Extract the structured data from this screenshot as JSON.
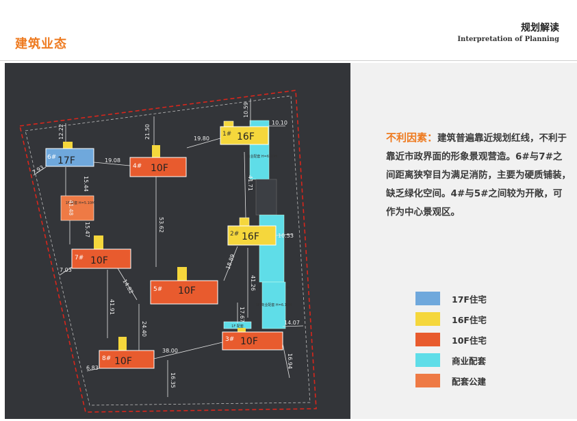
{
  "header": {
    "section_title": "建筑业态",
    "title_cn": "规划解读",
    "title_en": "Interpretation of Planning"
  },
  "description": {
    "highlight": "不利因素：",
    "text": "建筑普遍靠近规划红线，不利于靠近市政界面的形象景观营造。6#与7#之间距离狭窄目为满足消防，主要为硬质铺装，缺乏绿化空间。4#与5#之间较为开敞，可作为中心景观区。"
  },
  "legend": [
    {
      "label": "17F住宅",
      "color": "#6fa8dc"
    },
    {
      "label": "16F住宅",
      "color": "#f5d73c"
    },
    {
      "label": "10F住宅",
      "color": "#e85b2e"
    },
    {
      "label": "商业配套",
      "color": "#5fdde8"
    },
    {
      "label": "配套公建",
      "color": "#ee7a45"
    }
  ],
  "buildings": [
    {
      "id": "6#",
      "floors": "17F"
    },
    {
      "id": "4#",
      "floors": "10F"
    },
    {
      "id": "1#",
      "floors": "16F"
    },
    {
      "id": "2#",
      "floors": "16F"
    },
    {
      "id": "7#",
      "floors": "10F"
    },
    {
      "id": "5#",
      "floors": "10F"
    },
    {
      "id": "3#",
      "floors": "10F"
    },
    {
      "id": "8#",
      "floors": "10F"
    }
  ],
  "dimensions": {
    "d1": "12.22",
    "d2": "21.50",
    "d3": "10.59",
    "d4": "10.10",
    "d5": "19.80",
    "d6": "19.08",
    "d7": "7.93",
    "d8": "15.44",
    "d9": "41.48",
    "d10": "15.47",
    "d11": "41.71",
    "d12": "53.62",
    "d13": "10.53",
    "d14": "7.03",
    "d15": "18.89",
    "d16": "14.82",
    "d17": "41.26",
    "d18": "41.91",
    "d19": "17.67",
    "d20": "24.40",
    "d21": "14.07",
    "d22": "38.00",
    "d23": "6.83",
    "d24": "16.94",
    "d25": "16.35"
  },
  "annex_labels": {
    "commercial_top": "3F 商业配套 H=6.10M",
    "commercial_mid": "3F 商业配套 H=6.10M",
    "commercial_low": "3F 商业配套 H=6.10M",
    "public": "1F 配套 H=5.10M",
    "small": "1F 配套"
  }
}
